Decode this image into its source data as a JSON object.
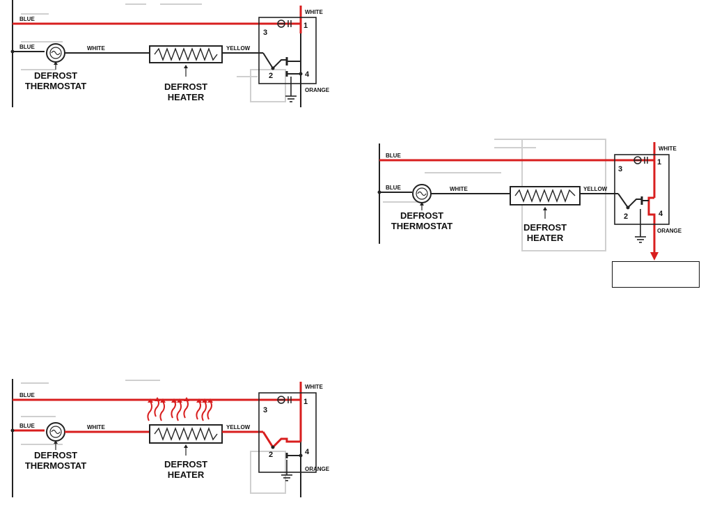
{
  "wires": {
    "blue": "BLUE",
    "white": "WHITE",
    "yellow": "YELLOW",
    "orange": "ORANGE"
  },
  "components": {
    "thermostat_line1": "DEFROST",
    "thermostat_line2": "THERMOSTAT",
    "heater_line1": "DEFROST",
    "heater_line2": "HEATER"
  },
  "terminals": [
    "1",
    "2",
    "3",
    "4"
  ],
  "colors": {
    "wire": "#222222",
    "highlight": "#d81e1e",
    "scan_gray": "#cfcfcf"
  },
  "icons": [
    "thermostat-icon",
    "heater-coil-icon",
    "ground-icon",
    "heat-arrow-icon",
    "current-flow-arrow-icon"
  ]
}
